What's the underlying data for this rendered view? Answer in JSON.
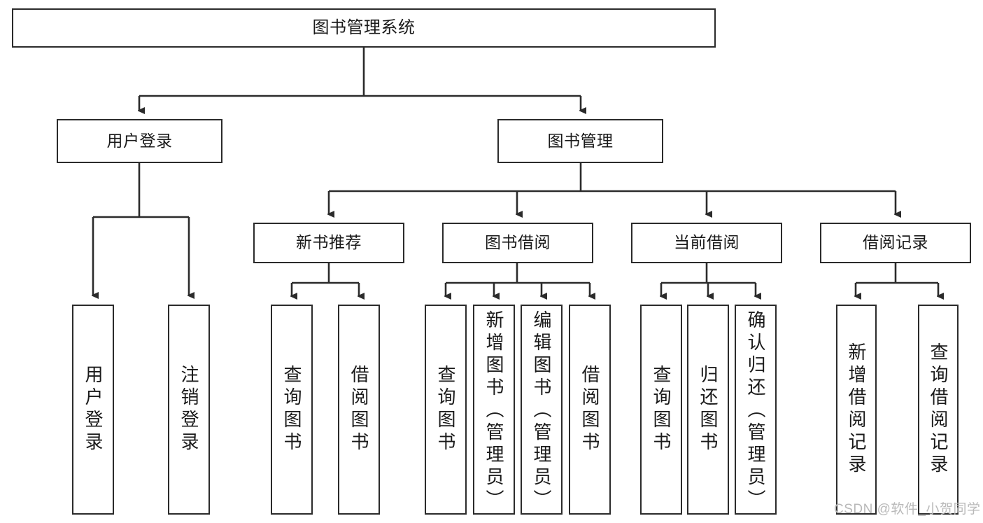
{
  "diagram": {
    "type": "tree",
    "title": "图书管理系统",
    "orientation": "top-down",
    "colors": {
      "box_border": "#2b2b2b",
      "box_fill": "#ffffff",
      "connector": "#2b2b2b",
      "text": "#1a1a1a",
      "watermark": "#b9b9b9",
      "background": "#ffffff"
    },
    "levels": {
      "level1": [
        {
          "id": "root",
          "label": "图书管理系统"
        }
      ],
      "level2": [
        {
          "id": "user-login",
          "label": "用户登录",
          "parent": "root"
        },
        {
          "id": "book-manage",
          "label": "图书管理",
          "parent": "root"
        }
      ],
      "level3": [
        {
          "id": "new-book-rec",
          "label": "新书推荐",
          "parent": "book-manage"
        },
        {
          "id": "book-borrow",
          "label": "图书借阅",
          "parent": "book-manage"
        },
        {
          "id": "current-borrow",
          "label": "当前借阅",
          "parent": "book-manage"
        },
        {
          "id": "borrow-record",
          "label": "借阅记录",
          "parent": "book-manage"
        }
      ],
      "leaves": [
        {
          "id": "leaf-user-login",
          "label": "用户登录",
          "parent": "user-login"
        },
        {
          "id": "leaf-logout-login",
          "label": "注销登录",
          "parent": "user-login"
        },
        {
          "id": "leaf-query-book-1",
          "label": "查询图书",
          "parent": "new-book-rec"
        },
        {
          "id": "leaf-borrow-book-1",
          "label": "借阅图书",
          "parent": "new-book-rec"
        },
        {
          "id": "leaf-query-book-2",
          "label": "查询图书",
          "parent": "book-borrow"
        },
        {
          "id": "leaf-add-book",
          "label": "新增图书（管理员）",
          "parent": "book-borrow"
        },
        {
          "id": "leaf-edit-book",
          "label": "编辑图书（管理员）",
          "parent": "book-borrow"
        },
        {
          "id": "leaf-borrow-book-2",
          "label": "借阅图书",
          "parent": "book-borrow"
        },
        {
          "id": "leaf-query-book-3",
          "label": "查询图书",
          "parent": "current-borrow"
        },
        {
          "id": "leaf-return-book",
          "label": "归还图书",
          "parent": "current-borrow"
        },
        {
          "id": "leaf-confirm-return",
          "label": "确认归还（管理员）",
          "parent": "current-borrow"
        },
        {
          "id": "leaf-add-record",
          "label": "新增借阅记录",
          "parent": "borrow-record"
        },
        {
          "id": "leaf-query-record",
          "label": "查询借阅记录",
          "parent": "borrow-record"
        }
      ]
    }
  },
  "watermark": {
    "text": "CSDN @软件_小贺同学"
  }
}
